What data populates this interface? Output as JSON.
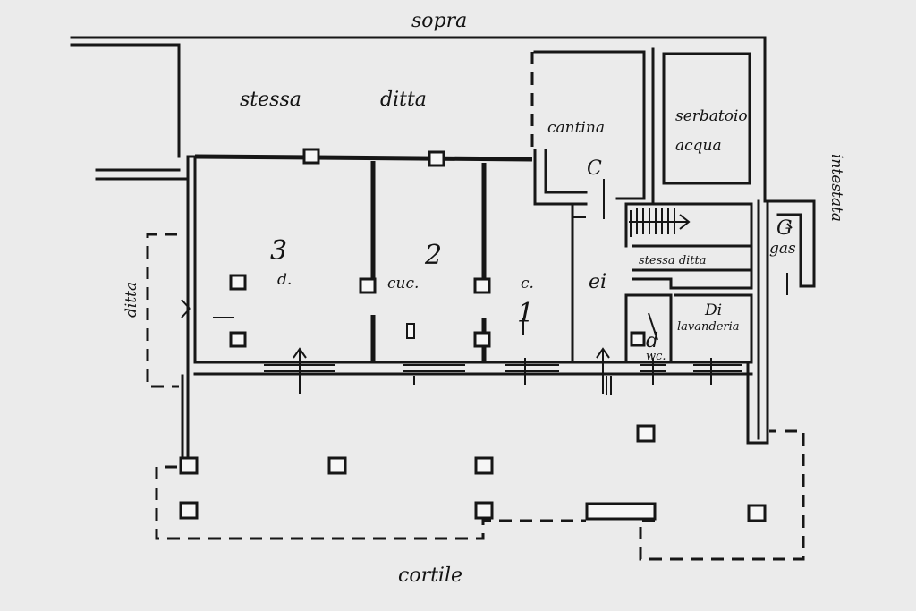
{
  "labels": {
    "sopra": "sopra",
    "stessa_ditta_top": "stessa",
    "ditta_top": "ditta",
    "cantina": "cantina",
    "cantina_code": "C",
    "serbatoio": "serbatoio",
    "acqua": "acqua",
    "intestata": "intestata",
    "ditta_left": "ditta",
    "room1_num": "3",
    "room1_abbr": "d.",
    "room2_num": "2",
    "room2_abbr": "cuc.",
    "room3_abbr": "c.",
    "room3_num": "1",
    "ingresso_code": "ei",
    "stessa_ditta_mid": "stessa ditta",
    "gas": "gas",
    "gas_code": "G",
    "lavanderia": "lavanderia",
    "lavanderia_code": "Di",
    "wc": "wc.",
    "wc_code": "d",
    "cortile": "cortile"
  }
}
